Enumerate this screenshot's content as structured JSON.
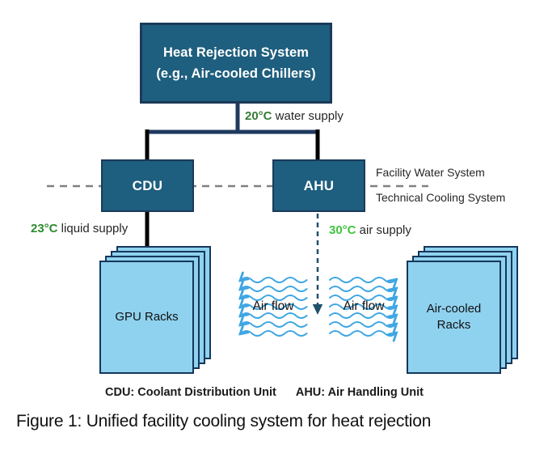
{
  "diagram": {
    "heat_box": {
      "line1": "Heat Rejection System",
      "line2": "(e.g., Air-cooled Chillers)"
    },
    "water_supply": {
      "temp": "20°C",
      "label": " water supply"
    },
    "cdu_label": "CDU",
    "ahu_label": "AHU",
    "zones": {
      "above_line": "Facility Water System",
      "below_line": "Technical Cooling System"
    },
    "liquid_supply": {
      "temp": "23°C",
      "label": " liquid supply"
    },
    "air_supply": {
      "temp": "30°C",
      "label": " air supply"
    },
    "gpu_racks": "GPU Racks",
    "air_cooled_racks": {
      "line1": "Air-cooled",
      "line2": "Racks"
    },
    "airflow_left": "Air flow",
    "airflow_right": "Air flow",
    "legend": {
      "cdu": "CDU: Coolant Distribution Unit",
      "ahu": "AHU: Air Handling Unit"
    },
    "caption": "Figure 1: Unified facility cooling system for heat rejection"
  },
  "colors": {
    "node_fill": "#1E5E7E",
    "node_border": "#1B3A5A",
    "rack_fill": "#8FD2EF",
    "rack_border": "#15375B",
    "wave_blue": "#3FA6E3",
    "dashed_divider_gray": "#808080",
    "connector_navy": "#1F3A5F",
    "connector_black": "#000000",
    "air_arrow_teal": "#1F506B",
    "temp_green_dark": "#377D37",
    "temp_green_mid": "#2E8B2E",
    "temp_green_bright": "#3FC43F"
  }
}
